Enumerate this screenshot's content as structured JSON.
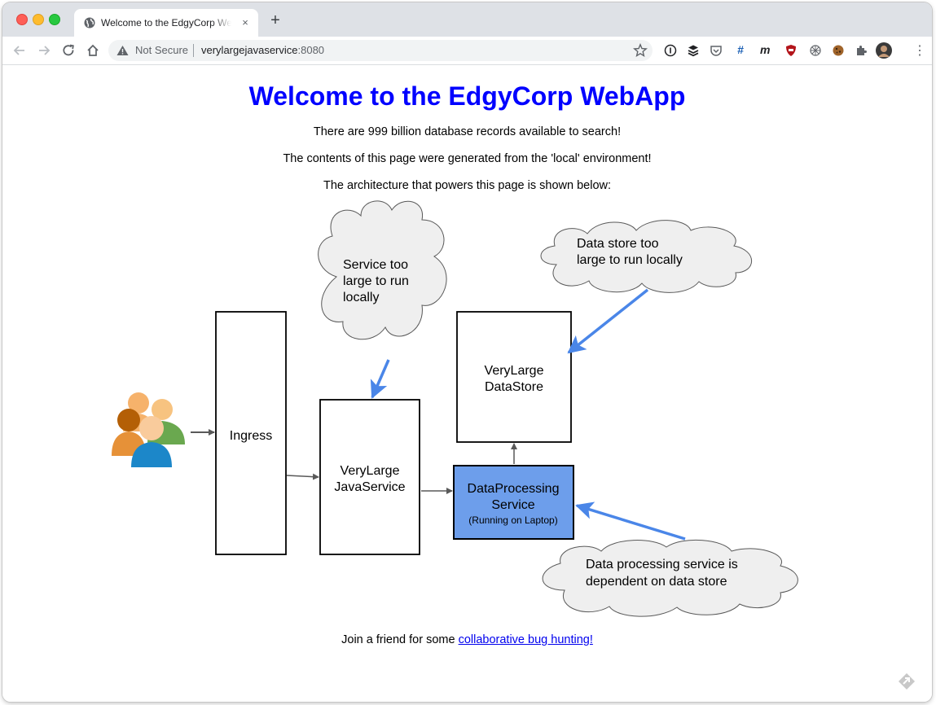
{
  "browser": {
    "tab": {
      "title": "Welcome to the EdgyCorp WebApp",
      "close_symbol": "×"
    },
    "new_tab_symbol": "+",
    "omnibox": {
      "security_label": "Not Secure",
      "url_host": "verylargejavaservice",
      "url_port": ":8080"
    },
    "extension_labels": {
      "hash": "#",
      "m": "m"
    },
    "menu_symbol": "⋮"
  },
  "page": {
    "title": "Welcome to the EdgyCorp WebApp",
    "records_line": "There are 999 billion database records available to search!",
    "environment_line": "The contents of this page were generated from the 'local' environment!",
    "architecture_line": "The architecture that powers this page is shown below:",
    "footer_prefix": "Join a friend for some ",
    "footer_link": "collaborative bug hunting!"
  },
  "diagram": {
    "ingress_label": "Ingress",
    "java_service": {
      "line1": "VeryLarge",
      "line2": "JavaService"
    },
    "datastore": {
      "line1": "VeryLarge",
      "line2": "DataStore"
    },
    "processing": {
      "line1": "DataProcessing",
      "line2": "Service",
      "line3": "(Running on Laptop)"
    },
    "cloud_service": {
      "line1": "Service too",
      "line2": "large to run",
      "line3": "locally"
    },
    "cloud_datastore": {
      "line1": "Data store too",
      "line2": "large to run locally"
    },
    "cloud_dependency": {
      "line1": "Data processing service is",
      "line2": "dependent on data store"
    }
  },
  "colors": {
    "title_blue": "#0000ff",
    "processing_fill": "#6d9eeb",
    "callout_arrow": "#4a86e8",
    "cloud_fill": "#efefef",
    "link": "#0000ee"
  }
}
